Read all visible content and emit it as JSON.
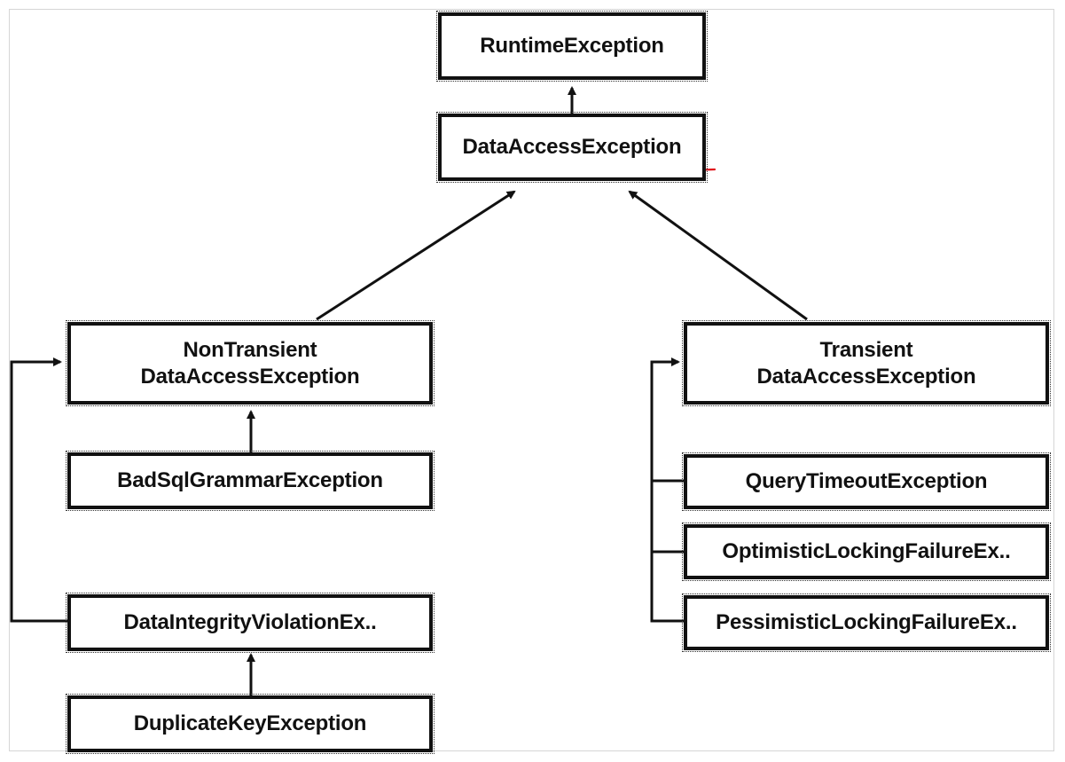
{
  "diagram": {
    "nodes": {
      "runtime": {
        "label": "RuntimeException"
      },
      "data_access": {
        "label": "DataAccessException"
      },
      "non_transient": {
        "line1": "NonTransient",
        "line2": "DataAccessException"
      },
      "transient": {
        "line1": "Transient",
        "line2": "DataAccessException"
      },
      "bad_sql": {
        "label": "BadSqlGrammarException"
      },
      "data_integrity": {
        "label": "DataIntegrityViolationEx.."
      },
      "duplicate_key": {
        "label": "DuplicateKeyException"
      },
      "query_timeout": {
        "label": "QueryTimeoutException"
      },
      "optimistic": {
        "label": "OptimisticLockingFailureEx.."
      },
      "pessimistic": {
        "label": "PessimisticLockingFailureEx.."
      }
    },
    "edges": [
      {
        "from": "data_access",
        "to": "runtime"
      },
      {
        "from": "non_transient",
        "to": "data_access"
      },
      {
        "from": "transient",
        "to": "data_access"
      },
      {
        "from": "bad_sql",
        "to": "non_transient"
      },
      {
        "from": "data_integrity",
        "to": "non_transient"
      },
      {
        "from": "duplicate_key",
        "to": "data_integrity"
      },
      {
        "from": "query_timeout",
        "to": "transient"
      },
      {
        "from": "optimistic",
        "to": "transient"
      },
      {
        "from": "pessimistic",
        "to": "transient"
      }
    ],
    "colors": {
      "box_border": "#111111",
      "arrow": "#111111",
      "underline": "#e0141b"
    }
  }
}
